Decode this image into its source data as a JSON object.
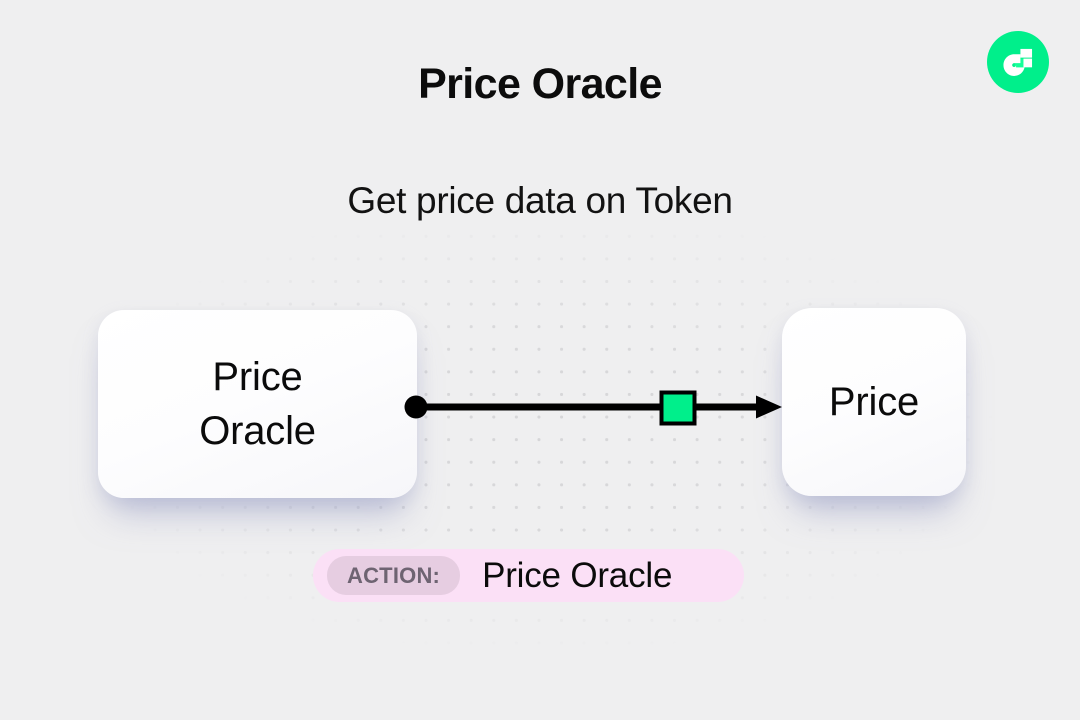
{
  "page": {
    "title": "Price Oracle",
    "subtitle": "Get price data on Token",
    "background_color": "#efeff0"
  },
  "brand": {
    "logo_name": "flow-logo",
    "logo_color": "#00ef8b",
    "logo_mark_color": "#ffffff",
    "logo_accent_color": "#16ff99"
  },
  "diagram": {
    "type": "flow",
    "source_node": {
      "label": "Price\nOracle",
      "port_name": "output-port",
      "port_color": "#000000"
    },
    "target_node": {
      "label": "Price"
    },
    "connector": {
      "line_color": "#000000",
      "marker_name": "green-square-marker",
      "marker_fill": "#00ef8b",
      "marker_border": "#000000",
      "arrow_name": "arrow-head"
    }
  },
  "action": {
    "key_label": "ACTION:",
    "value_label": "Price Oracle",
    "chip_color": "#fbe0f6",
    "key_chip_color": "#e6cde1",
    "key_text_color": "#6e6472"
  }
}
